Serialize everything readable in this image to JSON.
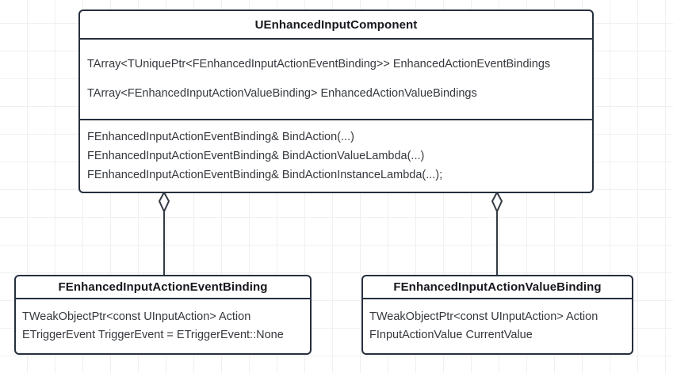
{
  "diagram": {
    "title_present": false,
    "colors": {
      "border": "#252f3e",
      "connector": "#333a42",
      "text": "#35383d",
      "title_text": "#16181d",
      "canvas_background": "#ffffff",
      "grid_line": "#f0f0f0"
    }
  },
  "classes": {
    "main": {
      "name": "UEnhancedInputComponent",
      "attributes": [
        "TArray<TUniquePtr<FEnhancedInputActionEventBinding>> EnhancedActionEventBindings",
        "TArray<FEnhancedInputActionValueBinding> EnhancedActionValueBindings"
      ],
      "methods": [
        "FEnhancedInputActionEventBinding& BindAction(...)",
        "FEnhancedInputActionEventBinding& BindActionValueLambda(...)",
        "FEnhancedInputActionEventBinding& BindActionInstanceLambda(...);"
      ]
    },
    "event_binding": {
      "name": "FEnhancedInputActionEventBinding",
      "attributes": [
        "TWeakObjectPtr<const UInputAction> Action",
        "ETriggerEvent TriggerEvent = ETriggerEvent::None"
      ]
    },
    "value_binding": {
      "name": "FEnhancedInputActionValueBinding",
      "attributes": [
        "TWeakObjectPtr<const UInputAction> Action",
        "FInputActionValue CurrentValue"
      ]
    }
  },
  "relationships": [
    {
      "type": "aggregation",
      "from": "UEnhancedInputComponent",
      "to": "FEnhancedInputActionEventBinding",
      "marker": "hollow-diamond"
    },
    {
      "type": "aggregation",
      "from": "UEnhancedInputComponent",
      "to": "FEnhancedInputActionValueBinding",
      "marker": "hollow-diamond"
    }
  ]
}
